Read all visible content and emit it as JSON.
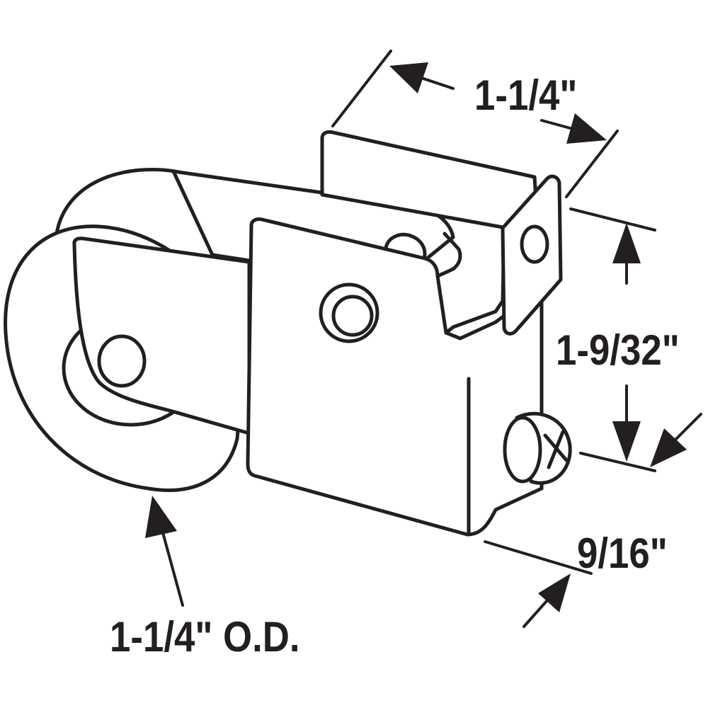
{
  "diagram": {
    "line_color": "#231f20",
    "background": "#ffffff",
    "subject": "roller-assembly",
    "dimensions": {
      "width_top": "1-1/4\"",
      "height_right": "1-9/32\"",
      "depth_bottom": "9/16\"",
      "wheel_diameter": "1-1/4\" O.D."
    }
  }
}
